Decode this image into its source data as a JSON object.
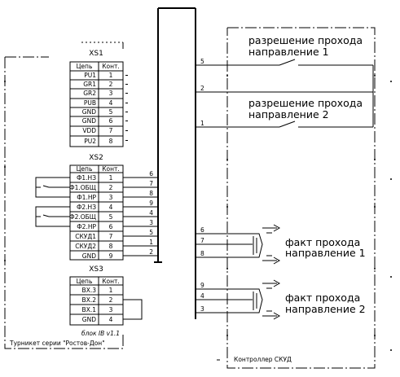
{
  "left_block": {
    "name": "блок IB v1.1",
    "caption": "Турникет серии \"Ростов-Дон\""
  },
  "xs1": {
    "title": "XS1",
    "header": [
      "Цепь",
      "Конт."
    ],
    "rows": [
      [
        "PU1",
        "1"
      ],
      [
        "GR1",
        "2"
      ],
      [
        "GR2",
        "3"
      ],
      [
        "PUB",
        "4"
      ],
      [
        "GND",
        "5"
      ],
      [
        "GND",
        "6"
      ],
      [
        "VDD",
        "7"
      ],
      [
        "PU2",
        "8"
      ]
    ]
  },
  "xs2": {
    "title": "XS2",
    "header": [
      "Цепь",
      "Конт."
    ],
    "rows": [
      [
        "Ф1.НЗ",
        "1"
      ],
      [
        "Ф1.ОБЩ",
        "2"
      ],
      [
        "Ф1.НР",
        "3"
      ],
      [
        "Ф2.НЗ",
        "4"
      ],
      [
        "Ф2.ОБЩ",
        "5"
      ],
      [
        "Ф2.НР",
        "6"
      ],
      [
        "СКУД1",
        "7"
      ],
      [
        "СКУД2",
        "8"
      ],
      [
        "GND",
        "9"
      ]
    ],
    "wire_numbers": [
      "6",
      "7",
      "8",
      "9",
      "4",
      "3",
      "5",
      "1",
      "2"
    ]
  },
  "xs3": {
    "title": "XS3",
    "header": [
      "Цепь",
      "Конт."
    ],
    "rows": [
      [
        "ВХ.3",
        "1"
      ],
      [
        "ВХ.2",
        "2"
      ],
      [
        "ВХ.1",
        "3"
      ],
      [
        "GND",
        "4"
      ]
    ]
  },
  "controller": {
    "name": "Контроллер СКУД",
    "permit1": [
      "разрешение прохода",
      "направление 1"
    ],
    "permit2": [
      "разрешение прохода",
      "направление 2"
    ],
    "permit_wire_numbers": [
      "5",
      "2",
      "1"
    ],
    "fact1": [
      "факт прохода",
      "направление 1"
    ],
    "fact1_wire_numbers": [
      "6",
      "7",
      "8"
    ],
    "fact2": [
      "факт прохода",
      "направление 2"
    ],
    "fact2_wire_numbers": [
      "9",
      "4",
      "3"
    ]
  }
}
